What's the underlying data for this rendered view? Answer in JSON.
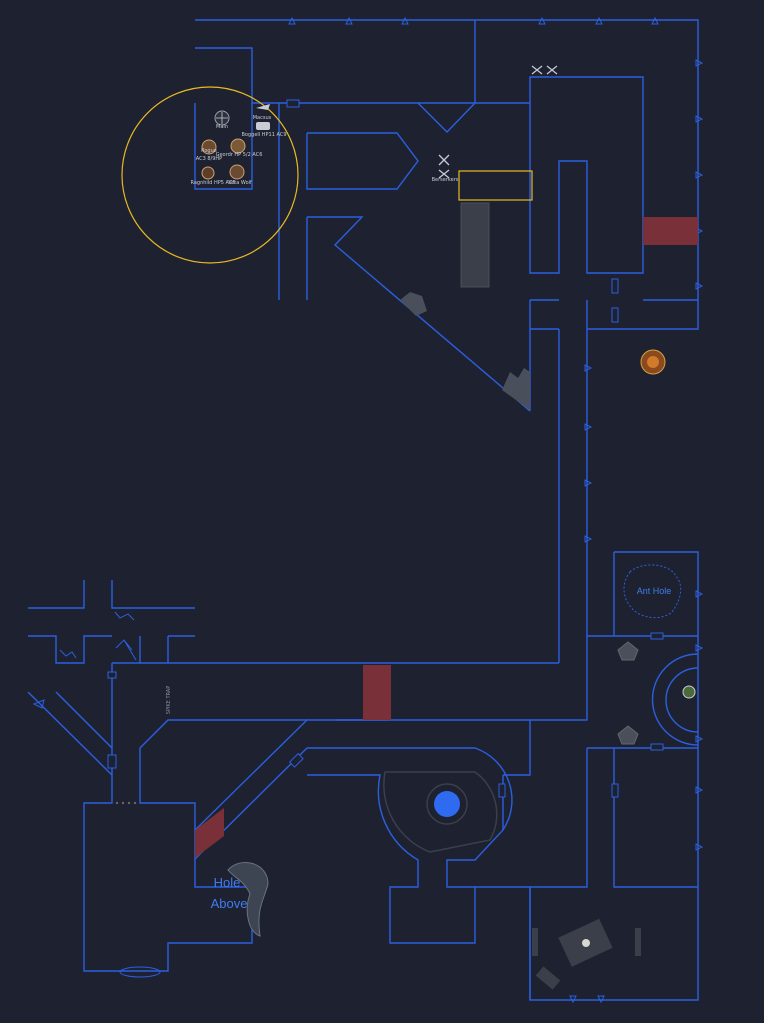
{
  "map": {
    "colors": {
      "background": "#1e2230",
      "wall": "#2b5fe0",
      "highlight": "#e8b923",
      "hazard": "#7a3038",
      "marker": "#2f6bf0",
      "grey_block": "#3b3f4a"
    },
    "area_labels": {
      "ant_hole": "Ant Hole",
      "hole_above_line1": "Hole",
      "hole_above_line2": "Above"
    },
    "tokens": [
      {
        "id": "main",
        "label": "Main",
        "icon": "compass-icon"
      },
      {
        "id": "macsus",
        "label": "Macsus",
        "icon": "cart-icon"
      },
      {
        "id": "boggel",
        "label": "Boggell HP11 AC9",
        "icon": "wagon-icon"
      },
      {
        "id": "hero-a",
        "label": "Rogue",
        "icon": "portrait-icon"
      },
      {
        "id": "hero-a-stats",
        "label": "AC3 8/9HP",
        "icon": ""
      },
      {
        "id": "hero-b",
        "label": "Geordr HP 5/2 AC6",
        "icon": "portrait-icon"
      },
      {
        "id": "hero-c",
        "label": "Ragnhild HP5 AC5",
        "icon": "portrait-icon"
      },
      {
        "id": "hero-d",
        "label": "Veta Wolf",
        "icon": "portrait-icon"
      },
      {
        "id": "berserkers",
        "label": "Berserkers",
        "icon": "crossed-swords-icon"
      }
    ],
    "vertical_text": "SPIKE TRAP"
  }
}
